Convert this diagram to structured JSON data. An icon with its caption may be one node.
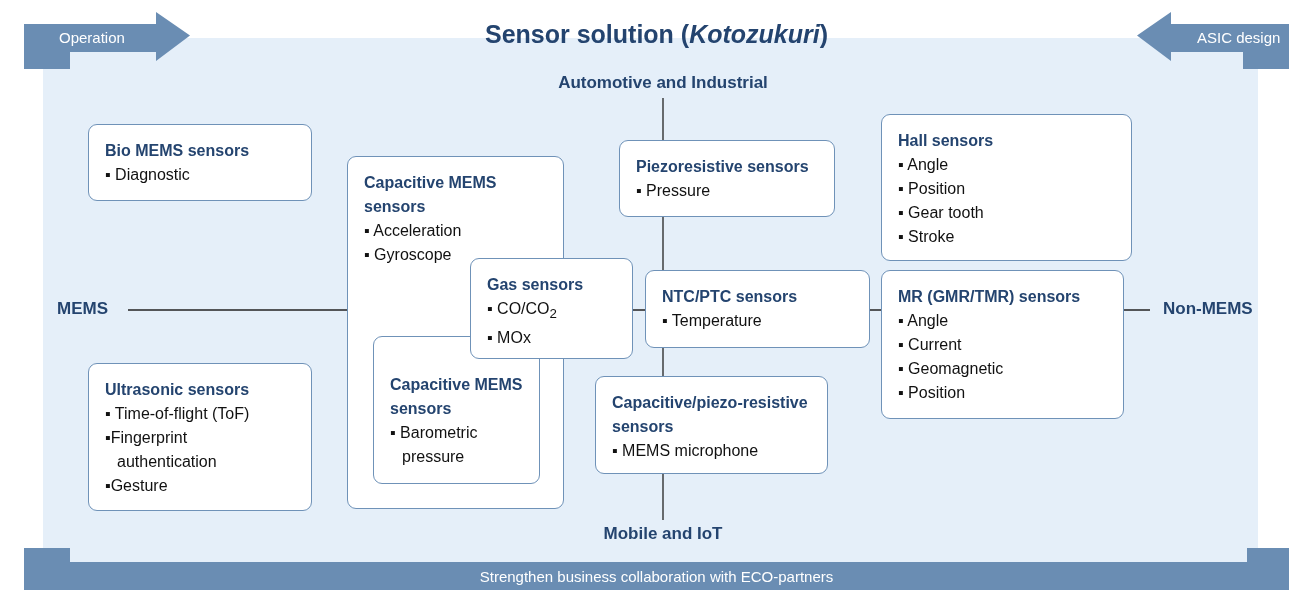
{
  "diagram": {
    "title": "Sensor solution (*Kotozukuri*)",
    "nodes": [
      {
        "text": [
          "Operation"
        ]
      },
      {
        "text": [
          "ASIC design"
        ]
      },
      {
        "text": [
          "Bio MEMS sensors",
          "▪ Diagnostic"
        ]
      },
      {
        "text": [
          "Capacitive MEMS sensors",
          "▪ Acceleration",
          "▪ Gyroscope"
        ]
      },
      {
        "text": [
          "Capacitive MEMS sensors",
          "▪ Barometric pressure"
        ],
        "in": 3
      },
      {
        "text": [
          "Piezoresistive sensors",
          "▪ Pressure"
        ]
      },
      {
        "text": [
          "Hall sensors",
          "▪ Angle",
          "▪ Position",
          "▪ Gear tooth",
          "▪ Stroke"
        ]
      },
      {
        "text": [
          "Gas sensors",
          "▪ CO/CO$_{2}$",
          "▪ MOx"
        ]
      },
      {
        "text": [
          "NTC/PTC sensors",
          "▪ Temperature"
        ]
      },
      {
        "text": [
          "MR (GMR/TMR) sensors",
          "▪ Angle",
          "▪ Current",
          "▪ Geomagnetic",
          "▪ Position"
        ]
      },
      {
        "text": [
          "Ultrasonic sensors",
          "▪ Time-of-flight (ToF)",
          "▪Fingerprint authentication",
          "▪Gesture"
        ]
      },
      {
        "text": [
          "Capacitive/piezo-resistive sensors",
          "▪ MEMS microphone"
        ]
      },
      {
        "text": [
          "Strengthen business collaboration with ECO-partners"
        ]
      }
    ],
    "labels": [
      "Automotive and Industrial",
      "MEMS",
      "Non-MEMS",
      "Mobile and IoT"
    ]
  }
}
